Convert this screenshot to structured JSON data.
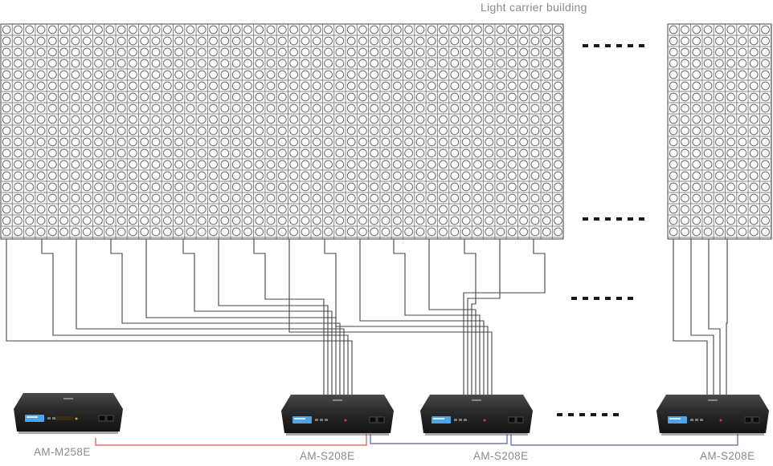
{
  "diagram": {
    "title": "Light carrier building",
    "colors": {
      "wire": "#444444",
      "pixel": "#555555",
      "master_link": "#d9534f",
      "slave_link": "#5b5fa8",
      "device_body": "#1f1f1f",
      "device_screen": "#4fa3e8",
      "label": "#8a8a8a"
    },
    "devices": [
      {
        "name": "master-controller",
        "label": "AM-M258E",
        "icon": "led-controller-box"
      },
      {
        "name": "slave-controller-1",
        "label": "AM-S208E",
        "icon": "led-controller-box"
      },
      {
        "name": "slave-controller-2",
        "label": "AM-S208E",
        "icon": "led-controller-box"
      },
      {
        "name": "slave-controller-3",
        "label": "AM-S208E",
        "icon": "led-controller-box"
      }
    ],
    "continuation_mark": "......"
  }
}
